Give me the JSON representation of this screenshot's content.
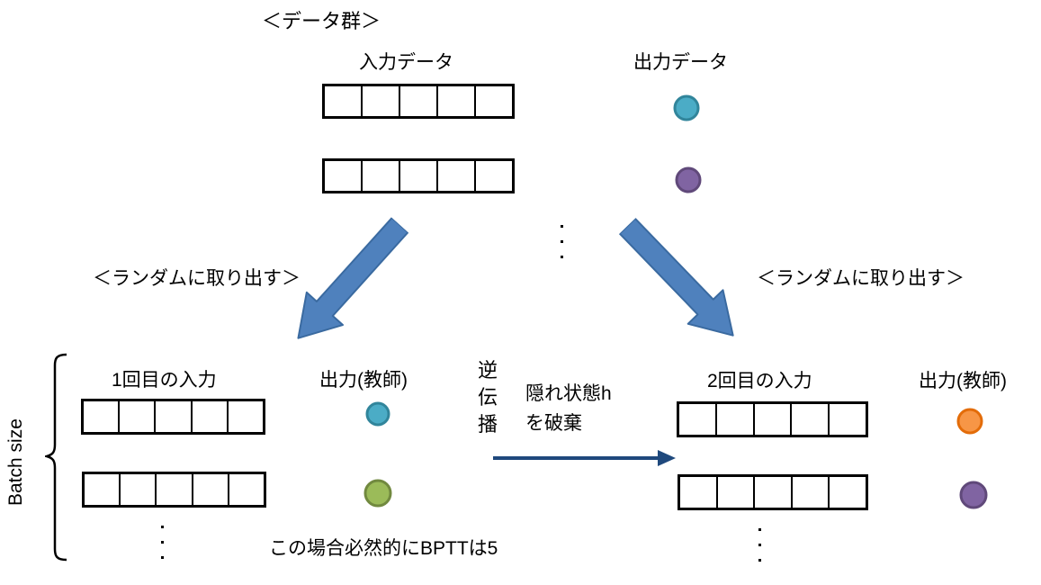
{
  "title": "＜データ群＞",
  "colors": {
    "big_arrow": {
      "fill": "#4f81bd",
      "stroke": "#3a6aa0"
    },
    "thin_arrow": "#1f497d",
    "teal": {
      "fill": "#4bacc6",
      "stroke": "#31859b"
    },
    "purple": {
      "fill": "#8064a2",
      "stroke": "#60497a"
    },
    "green": {
      "fill": "#9bbb59",
      "stroke": "#71893f"
    },
    "orange": {
      "fill": "#f79646",
      "stroke": "#e36c09"
    }
  },
  "top": {
    "input_label": "入力データ",
    "output_label": "出力データ"
  },
  "random_pick": {
    "left_label": "＜ランダムに取り出す＞",
    "right_label": "＜ランダムに取り出す＞"
  },
  "batch_axis": {
    "label": "Batch size"
  },
  "batch1": {
    "input_label": "1回目の入力",
    "teacher_label": "出力(教師)"
  },
  "batch2": {
    "input_label": "2回目の入力",
    "teacher_label": "出力(教師)"
  },
  "middle": {
    "backprop_label": "逆\n伝\n播",
    "hidden_state_note": "隠れ状態h\nを破棄",
    "bptt_note": "この場合必然的にBPTTは5"
  }
}
